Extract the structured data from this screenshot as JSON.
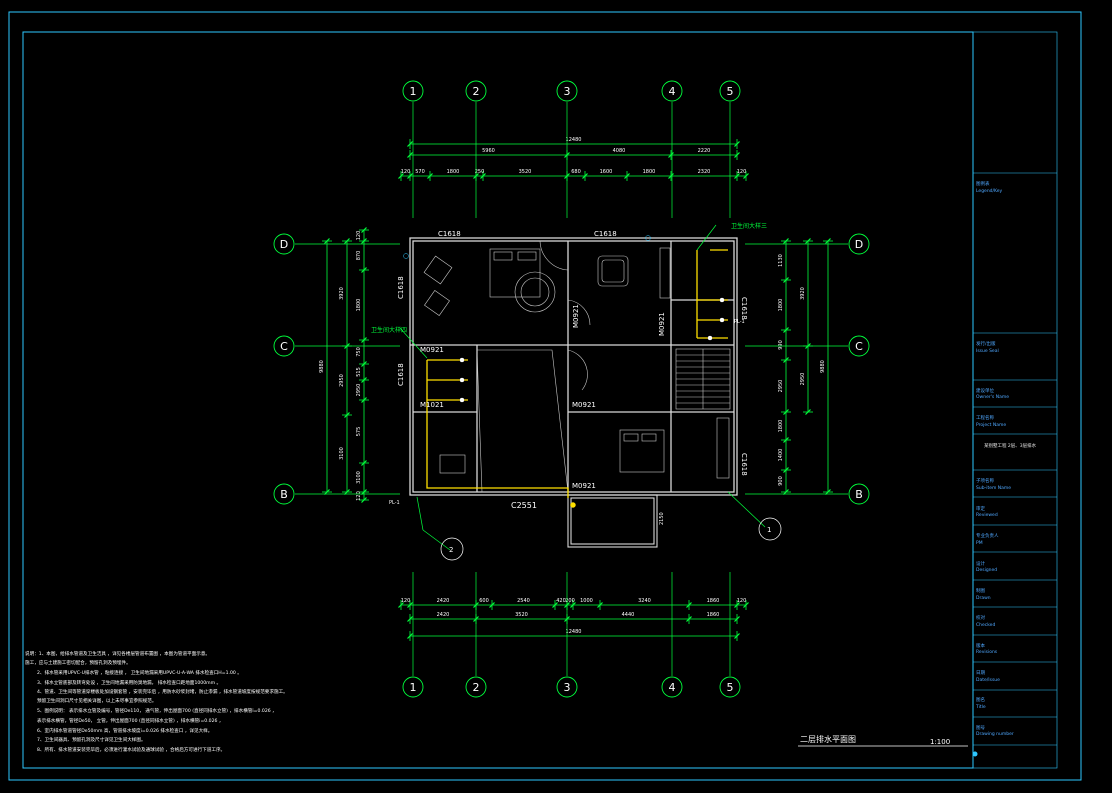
{
  "axes": {
    "vertical": [
      "1",
      "2",
      "3",
      "4",
      "5"
    ],
    "horizontal": [
      "D",
      "C",
      "B"
    ]
  },
  "dims": {
    "top_total": "12480",
    "top_mid": [
      "5960",
      "4080",
      "2220"
    ],
    "top_inner": [
      "120",
      "570",
      "1800",
      "250",
      "3520",
      "680",
      "1600",
      "1800",
      "2320",
      "120"
    ],
    "bottom_inner": [
      "120",
      "2420",
      "600",
      "2540",
      "420",
      "200",
      "1000",
      "3240",
      "1860",
      "120"
    ],
    "bottom_mid": [
      "2420",
      "3520",
      "4440",
      "1860"
    ],
    "bottom_total": "12480",
    "left_inner": [
      "120",
      "870",
      "1800",
      "750",
      "515",
      "2950",
      "575",
      "3100",
      "120"
    ],
    "left_mid": [
      "3920",
      "2950",
      "3100"
    ],
    "left_total": "9880",
    "right_inner": [
      "1130",
      "1800",
      "990",
      "2950",
      "1800",
      "1400",
      "900"
    ],
    "right_mid": [
      "3920",
      "2950"
    ],
    "right_total": "9880",
    "balcony": "2150"
  },
  "labels": {
    "window_top_left": "C1618",
    "window_top_mid": "C1618",
    "window_left_top": "C1618",
    "window_left_mid": "C1618",
    "window_right_top": "C1618",
    "window_right_bot": "C1618",
    "window_bottom": "C2551",
    "door_1": "M0921",
    "door_2": "M0921",
    "door_3": "M0921",
    "door_4": "M0921",
    "door_5": "M0921",
    "door_6": "M1021",
    "riser_right": "卫生间大样三",
    "riser_left": "卫生间大样四",
    "pipe_left": "PL-1",
    "pipe_right": "PL-1",
    "circle_left": "2",
    "circle_right": "1"
  },
  "title_block": {
    "legend_cn": "图例表",
    "legend_en": "Legend/Key",
    "issue_cn": "发行/出版",
    "issue_en": "Issue Seal",
    "owner_cn": "建设单位",
    "owner_en": "Owner's Name",
    "project_cn": "工程名称",
    "project_en": "Project Name",
    "project_value": "某别墅工程 2层、3层排水",
    "subdiv_cn": "子项名称",
    "subdiv_en": "Sub-item Name",
    "review_cn": "审定",
    "review_en": "Reviewed",
    "head_cn": "专业负责人",
    "head_en": "PM",
    "design_cn": "设计",
    "design_en": "Designed",
    "drawn_cn": "制图",
    "drawn_en": "Drawn",
    "check_cn": "校对",
    "check_en": "Checked",
    "version_cn": "版本",
    "version_en": "Revisions",
    "date_cn": "日期",
    "date_en": "Date/Issue",
    "title_cn": "图名",
    "title_en": "Title",
    "number_cn": "图号",
    "number_en": "Drawing number"
  },
  "notes": [
    "说明：1、本图，给排水管道及卫生洁具 ，详见各楼层管道布置图 ，本图为管道平面示意。",
    "         施工，应与土建施工密切配合，预留孔洞及预埋件。",
    "2、排水管采用UPVC-U排水管 ，粘接连接 ，           卫生间地漏采用UPVC-U-A-WA        排水检查口H=1.00   。",
    "3、排水立管底部及转弯处设 ，卫生间地漏采用防臭地漏，     排水检查口距地面1000mm 。",
    "4、管道、卫生间等管道穿楼板处加设钢套管 ，安装完毕后 ，用防水砂浆封堵，防止渗漏 ，排水管道坡度按规范要求施工。",
    "    预留卫生间洞口尺寸见相关详图，以上未尽事宜参照规范。",
    "5、图例说明：   表示排水立管及编号，管径De110，         通气管，伸出屋面700   (直径同排水立管) ，排水横管i=0.026 ，",
    "               表示排水横管，管径De50，         立管，伸出屋面700    (直径同排水立管) ，排水横管i=0.026 ，",
    "6、室内排水管道管径De50mm    高，管道排水坡度i=0.026          排水检查口 ，详见大样。",
    "7、卫生间器具、预留孔洞及尺寸详见卫生间大样图。",
    "8、所有、排水管道安装完毕后，必须进行灌水试验及通球试验 ，合格后方可进行下道工序。"
  ],
  "sheet": {
    "title": "二层排水平面图",
    "scale": "1:100"
  }
}
